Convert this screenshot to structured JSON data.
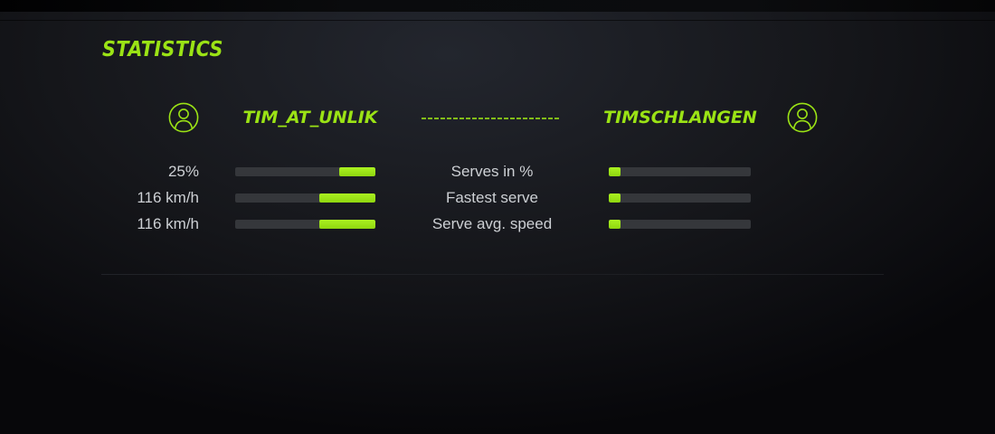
{
  "title": "STATISTICS",
  "players": {
    "left": {
      "name": "TIM_AT_UNLIK"
    },
    "right": {
      "name": "TIMSCHLANGEN"
    }
  },
  "stats": {
    "rows": [
      {
        "left_value": "25%",
        "label": "Serves in %",
        "left_fill_pct": 25.5,
        "right_fill_pct": 8.5
      },
      {
        "left_value": "116 km/h",
        "label": "Fastest serve",
        "left_fill_pct": 40,
        "right_fill_pct": 8.5
      },
      {
        "left_value": "116 km/h",
        "label": "Serve avg. speed",
        "left_fill_pct": 40,
        "right_fill_pct": 8.5
      }
    ]
  },
  "colors": {
    "accent": "#9be315",
    "bar_fill_top": "#aaf121",
    "bar_fill_bottom": "#8fd60f",
    "bar_track": "#35373b",
    "stat_text": "#cdd0d4"
  }
}
